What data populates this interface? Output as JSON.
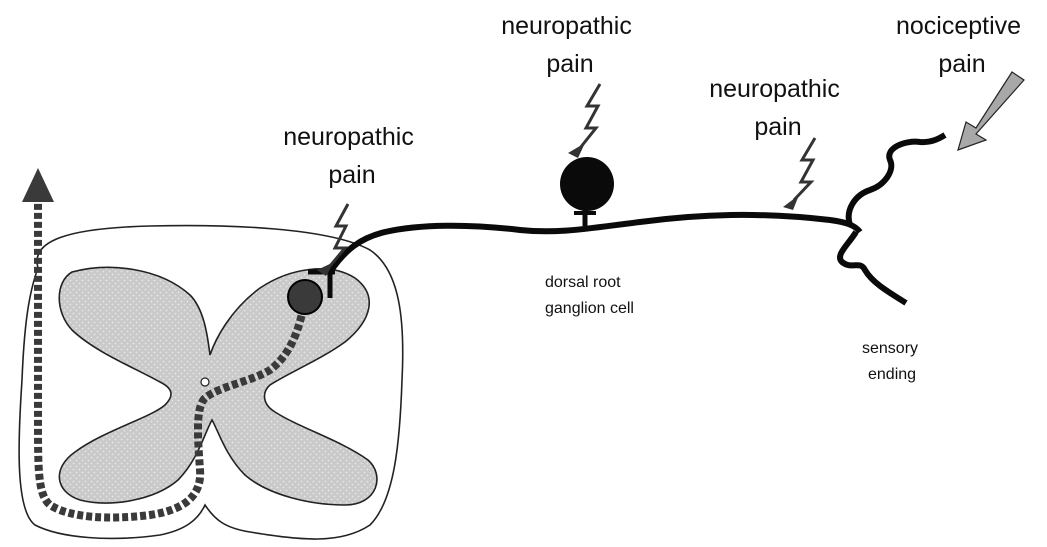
{
  "labels": {
    "neuropathic_spinal": {
      "line1": "neuropathic",
      "line2": "pain"
    },
    "neuropathic_drg": {
      "line1": "neuropathic",
      "line2": "pain"
    },
    "neuropathic_nerve": {
      "line1": "neuropathic",
      "line2": "pain"
    },
    "nociceptive": {
      "line1": "nociceptive",
      "line2": "pain"
    },
    "drg_cell": {
      "line1": "dorsal root",
      "line2": "ganglion cell"
    },
    "sensory_ending": {
      "line1": "sensory",
      "line2": "ending"
    }
  },
  "colors": {
    "grey_matter": "#cfcfcf",
    "nerve": "#0a0a0a",
    "ascending_tract": "#555555",
    "lightning": "#333333",
    "nociceptive_arrow": "#a8a8a8",
    "outline": "#111111"
  }
}
